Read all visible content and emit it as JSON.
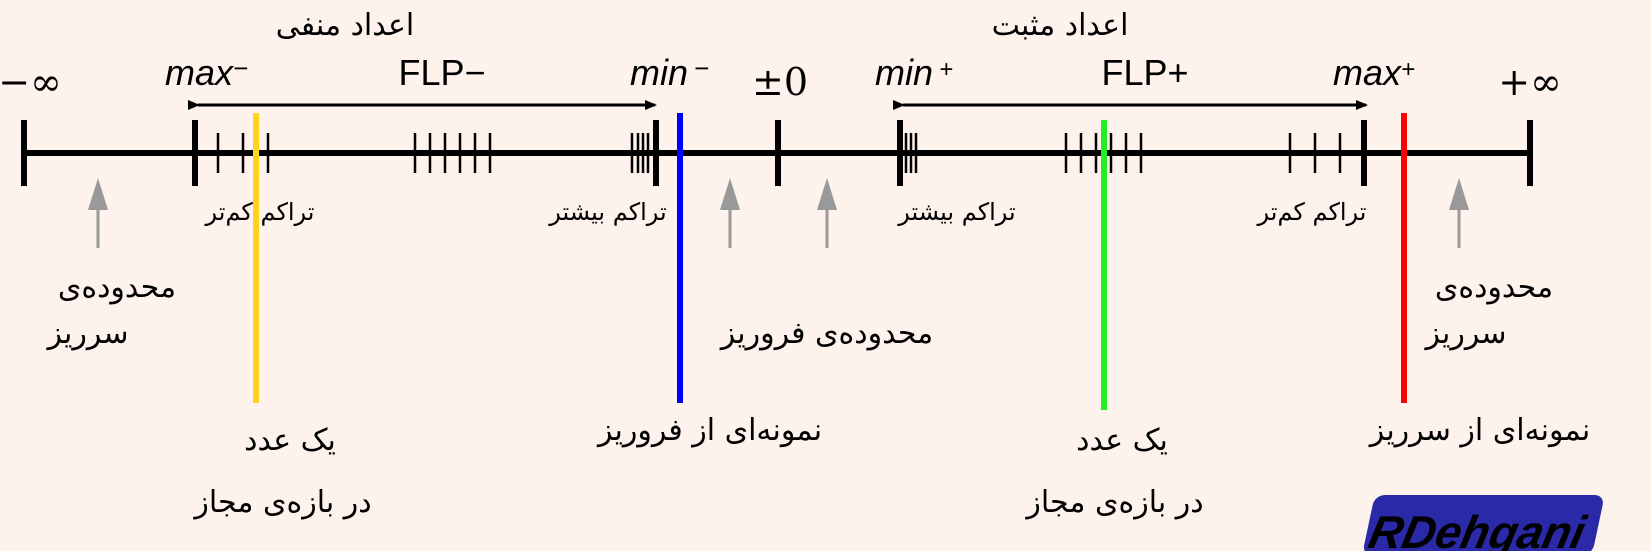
{
  "groups": {
    "negative": "اعداد منفی",
    "positive": "اعداد مثبت"
  },
  "markers": {
    "neg_inf": "−∞",
    "max_neg": "max",
    "max_neg_sup": "−",
    "flp_neg": "FLP−",
    "min_neg": "min",
    "min_neg_sup": "−",
    "zero": "±0",
    "min_pos": "min",
    "min_pos_sup": "+",
    "flp_pos": "FLP+",
    "max_pos": "max",
    "max_pos_sup": "+",
    "pos_inf": "+∞"
  },
  "density": {
    "neg_less": "تراکم کم‌تر",
    "neg_more": "تراکم بیشتر",
    "pos_more": "تراکم بیشتر",
    "pos_less": "تراکم کم‌تر"
  },
  "regions": {
    "overflow_left_line1": "محدوده‌ی",
    "overflow_left_line2": "سرریز",
    "underflow": "محدوده‌ی فروریز",
    "overflow_right_line1": "محدوده‌ی",
    "overflow_right_line2": "سرریز"
  },
  "examples": {
    "valid_neg_line1": "یک عدد",
    "valid_neg_line2": "در بازه‌ی مجاز",
    "underflow_example": "نمونه‌ای از فروریز",
    "valid_pos_line1": "یک عدد",
    "valid_pos_line2": "در بازه‌ی مجاز",
    "overflow_example": "نمونه‌ای از سرریز"
  },
  "colors": {
    "valid_neg": "#ffd21e",
    "underflow": "#0000ff",
    "valid_pos": "#22ee22",
    "overflow": "#ff0000",
    "arrow": "#999999"
  }
}
